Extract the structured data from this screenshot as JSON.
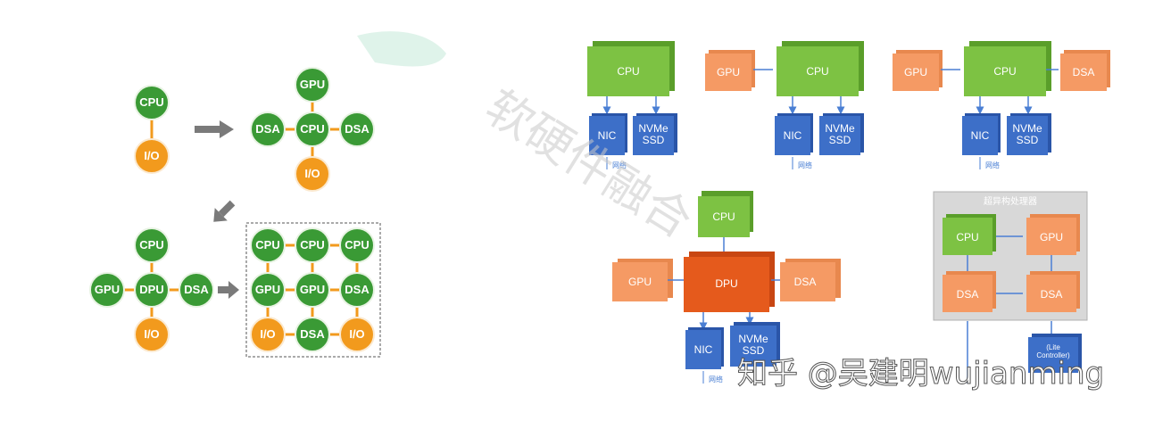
{
  "left": {
    "cluster_a": {
      "cpu": "CPU",
      "io": "I/O"
    },
    "cluster_b": {
      "top": "GPU",
      "left": "DSA",
      "center": "CPU",
      "right": "DSA",
      "bottom": "I/O"
    },
    "cluster_c": {
      "top": "CPU",
      "left": "GPU",
      "center": "DPU",
      "right": "DSA",
      "bottom": "I/O"
    },
    "grid": [
      [
        "CPU",
        "CPU",
        "CPU"
      ],
      [
        "GPU",
        "GPU",
        "DSA"
      ],
      [
        "I/O",
        "DSA",
        "I/O"
      ]
    ]
  },
  "right": {
    "sys1": {
      "cpu": "CPU",
      "nic": "NIC",
      "ssd": "NVMe\nSSD",
      "net": "网络"
    },
    "sys2": {
      "gpu": "GPU",
      "cpu": "CPU",
      "nic": "NIC",
      "ssd": "NVMe\nSSD",
      "net": "网络"
    },
    "sys3": {
      "gpu": "GPU",
      "cpu": "CPU",
      "dsa": "DSA",
      "nic": "NIC",
      "ssd": "NVMe\nSSD",
      "net": "网络"
    },
    "sys4": {
      "cpu": "CPU",
      "gpu": "GPU",
      "dpu": "DPU",
      "dsa": "DSA",
      "nic": "NIC",
      "ssd": "NVMe\nSSD",
      "net": "网络"
    },
    "sys5": {
      "title": "超异构处理器",
      "cpu": "CPU",
      "gpu": "GPU",
      "dsa1": "DSA",
      "dsa2": "DSA",
      "ctrl": "(Lite\nController)"
    }
  },
  "watermark": {
    "diagonal": "软硬件融合",
    "credit": "知乎 @吴建明wujianming"
  },
  "colors": {
    "green": "#3a9a35",
    "orange": "#f29a1d",
    "box_green": "#7dc243",
    "box_orange": "#f59a64",
    "blue": "#3d6fc8",
    "dpu": "#e55a1c"
  }
}
